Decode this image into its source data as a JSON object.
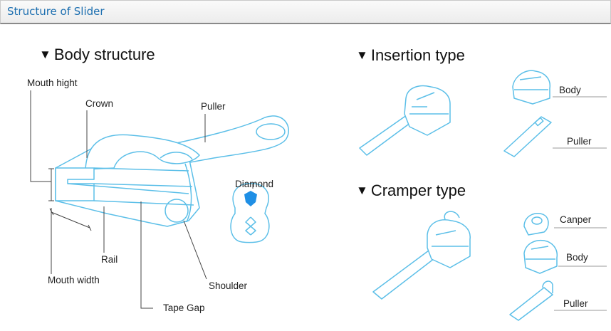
{
  "header": {
    "title": "Structure of Slider"
  },
  "sections": {
    "body": "Body structure",
    "insertion": "Insertion type",
    "cramper": "Cramper type"
  },
  "labels": {
    "mouth_hight": "Mouth hight",
    "crown": "Crown",
    "puller": "Puller",
    "diamond": "Diamond",
    "rail": "Rail",
    "mouth_width": "Mouth width",
    "shoulder": "Shoulder",
    "tape_gap": "Tape Gap"
  },
  "insertion_parts": {
    "body": "Body",
    "puller": "Puller"
  },
  "cramper_parts": {
    "canper": "Canper",
    "body": "Body",
    "puller": "Puller"
  },
  "colors": {
    "line_art": "#5cbfe8",
    "diamond": "#1f8fe5",
    "header_text": "#1d6fb0"
  }
}
